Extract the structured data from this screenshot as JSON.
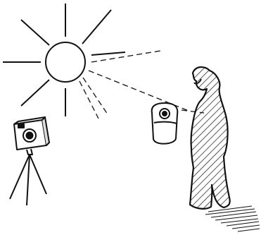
{
  "figure": {
    "kind": "line-illustration",
    "colors": {
      "ink": "#111111",
      "background": "#ffffff"
    },
    "elements": [
      {
        "name": "sun",
        "icon": "sun-icon",
        "ray_count": 8
      },
      {
        "name": "light-rays-dashed",
        "style": "dashed"
      },
      {
        "name": "camera-on-tripod",
        "icon": "camera-icon"
      },
      {
        "name": "handheld-light-meter",
        "icon": "light-meter-icon"
      },
      {
        "name": "person-silhouette",
        "icon": "person-icon",
        "fill": "hatched"
      },
      {
        "name": "ground-hatching",
        "style": "hatched"
      }
    ]
  }
}
